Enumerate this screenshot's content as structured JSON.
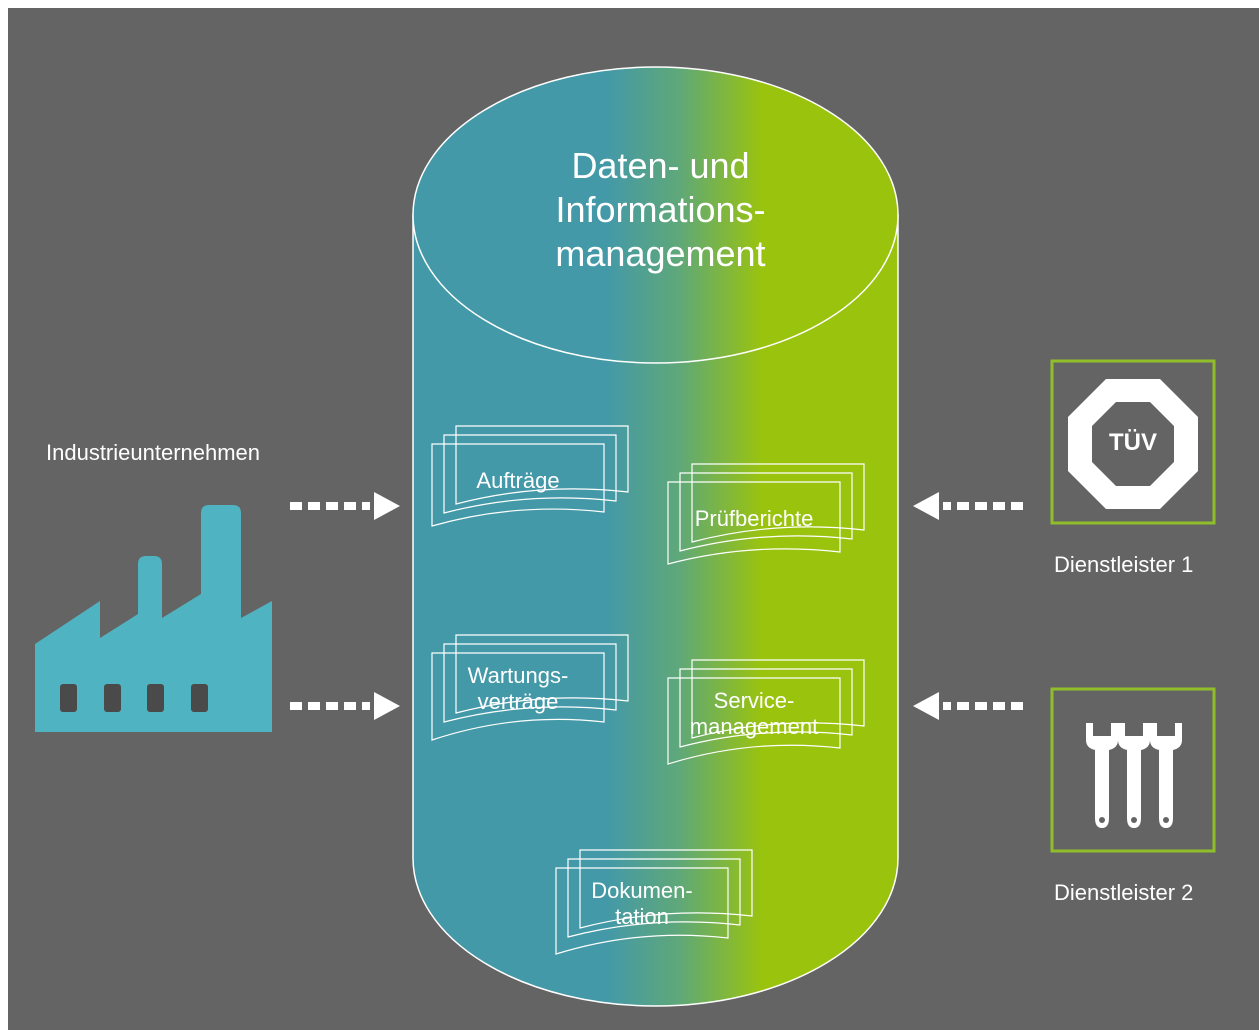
{
  "title": {
    "line1": "Daten- und",
    "line2": "Informations-",
    "line3": "management"
  },
  "left_actor": {
    "label": "Industrieunternehmen",
    "icon": "factory-icon"
  },
  "right_actors": [
    {
      "label": "Dienstleister 1",
      "icon": "tuev-octagon-icon",
      "badge_text": "TÜV"
    },
    {
      "label": "Dienstleister 2",
      "icon": "wrenches-icon"
    }
  ],
  "documents": {
    "auftraege": {
      "line1": "Aufträge",
      "line2": ""
    },
    "pruefberichte": {
      "line1": "Prüfberichte",
      "line2": ""
    },
    "wartungsvertraege": {
      "line1": "Wartungs-",
      "line2": "verträge"
    },
    "servicemanagement": {
      "line1": "Service-",
      "line2": "management"
    },
    "dokumentation": {
      "line1": "Dokumen-",
      "line2": "tation"
    }
  },
  "colors": {
    "background": "#646464",
    "teal": "#4499a8",
    "lime": "#9ac30e",
    "factory": "#4fb3c1",
    "frame_green": "#8fbe2a",
    "arrow": "#ffffff"
  }
}
